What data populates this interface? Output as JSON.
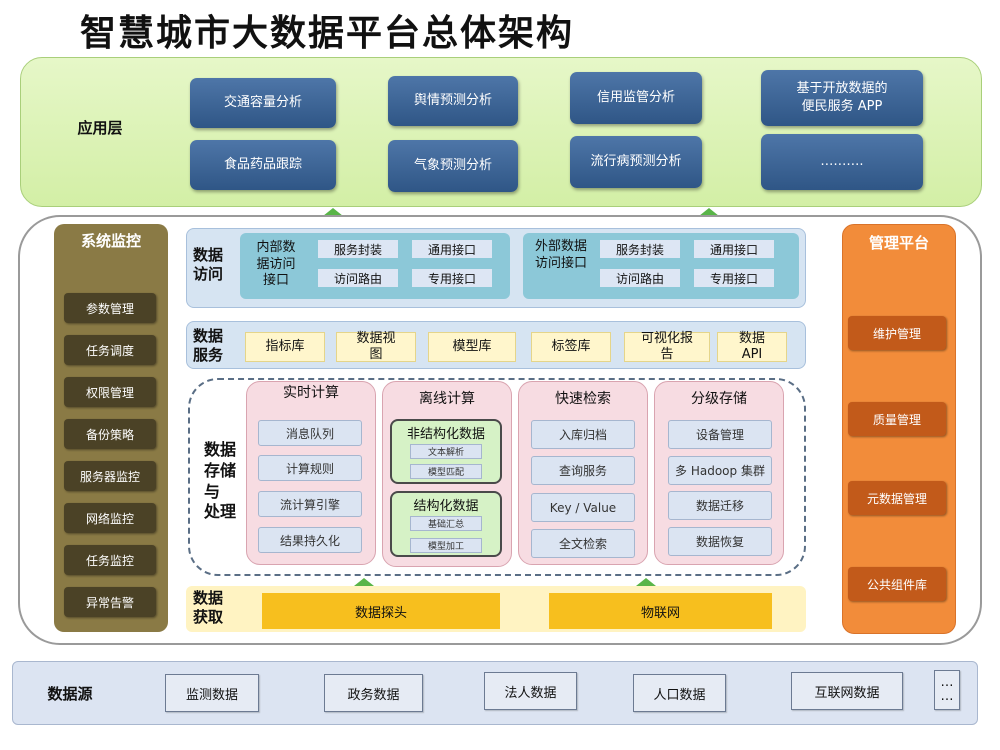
{
  "title": "智慧城市大数据平台总体架构",
  "application_layer": {
    "label": "应用层",
    "items": [
      "交通容量分析",
      "舆情预测分析",
      "信用监管分析",
      "基于开放数据的\n便民服务 APP",
      "食品药品跟踪",
      "气象预测分析",
      "流行病预测分析",
      "………."
    ]
  },
  "system_monitoring": {
    "title": "系统监控",
    "items": [
      "参数管理",
      "任务调度",
      "权限管理",
      "备份策略",
      "服务器监控",
      "网络监控",
      "任务监控",
      "异常告警"
    ]
  },
  "management_platform": {
    "title": "管理平台",
    "items": [
      "维护管理",
      "质量管理",
      "元数据管理",
      "公共组件库"
    ]
  },
  "data_access": {
    "label": "数据\n访问",
    "internal": {
      "label": "内部数\n据访问\n接口",
      "cells": [
        "服务封装",
        "通用接口",
        "访问路由",
        "专用接口"
      ]
    },
    "external": {
      "label": "外部数据\n访问接口",
      "cells": [
        "服务封装",
        "通用接口",
        "访问路由",
        "专用接口"
      ]
    }
  },
  "data_service": {
    "label": "数据\n服务",
    "items": [
      "指标库",
      "数据视\n图",
      "模型库",
      "标签库",
      "可视化报\n告",
      "数据\nAPI"
    ]
  },
  "storage_processing": {
    "label": "数据\n存储\n与\n处理",
    "realtime": {
      "title": "实时计算",
      "items": [
        "消息队列",
        "计算规则",
        "流计算引擎",
        "结果持久化"
      ]
    },
    "offline": {
      "title": "离线计算",
      "unstructured": {
        "title": "非结构化数据",
        "items": [
          "文本解析",
          "模型匹配"
        ]
      },
      "structured": {
        "title": "结构化数据",
        "items": [
          "基础汇总",
          "模型加工"
        ]
      }
    },
    "search": {
      "title": "快速检索",
      "items": [
        "入库归档",
        "查询服务",
        "Key / Value",
        "全文检索"
      ]
    },
    "tiered": {
      "title": "分级存储",
      "items": [
        "设备管理",
        "多 Hadoop 集群",
        "数据迁移",
        "数据恢复"
      ]
    }
  },
  "data_acquisition": {
    "label": "数据\n获取",
    "items": [
      "数据探头",
      "物联网"
    ]
  },
  "data_source": {
    "label": "数据源",
    "items": [
      "监测数据",
      "政务数据",
      "法人数据",
      "人口数据",
      "互联网数据",
      "…\n…"
    ]
  },
  "colors": {
    "app_layer_bg": "#d3efa6",
    "app_button": "#2f5686",
    "system_panel": "#8a7a45",
    "management_panel": "#f28c3a",
    "arrow": "#59b548",
    "acquisition_item": "#f7bf1e"
  }
}
